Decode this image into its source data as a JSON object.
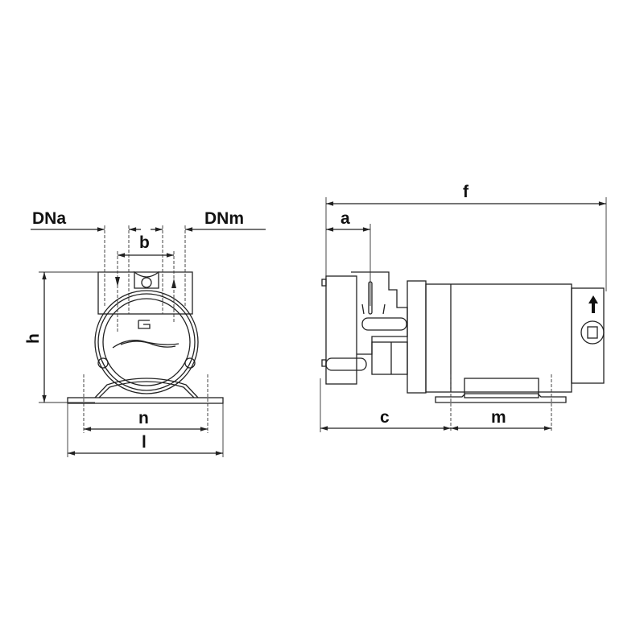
{
  "front_view": {
    "labels": {
      "dna": "DNa",
      "dnm": "DNm",
      "b": "b",
      "h": "h",
      "n": "n",
      "l": "l"
    }
  },
  "side_view": {
    "labels": {
      "f": "f",
      "a": "a",
      "c": "c",
      "m": "m"
    }
  },
  "colors": {
    "line": "#222222",
    "background": "#ffffff"
  }
}
